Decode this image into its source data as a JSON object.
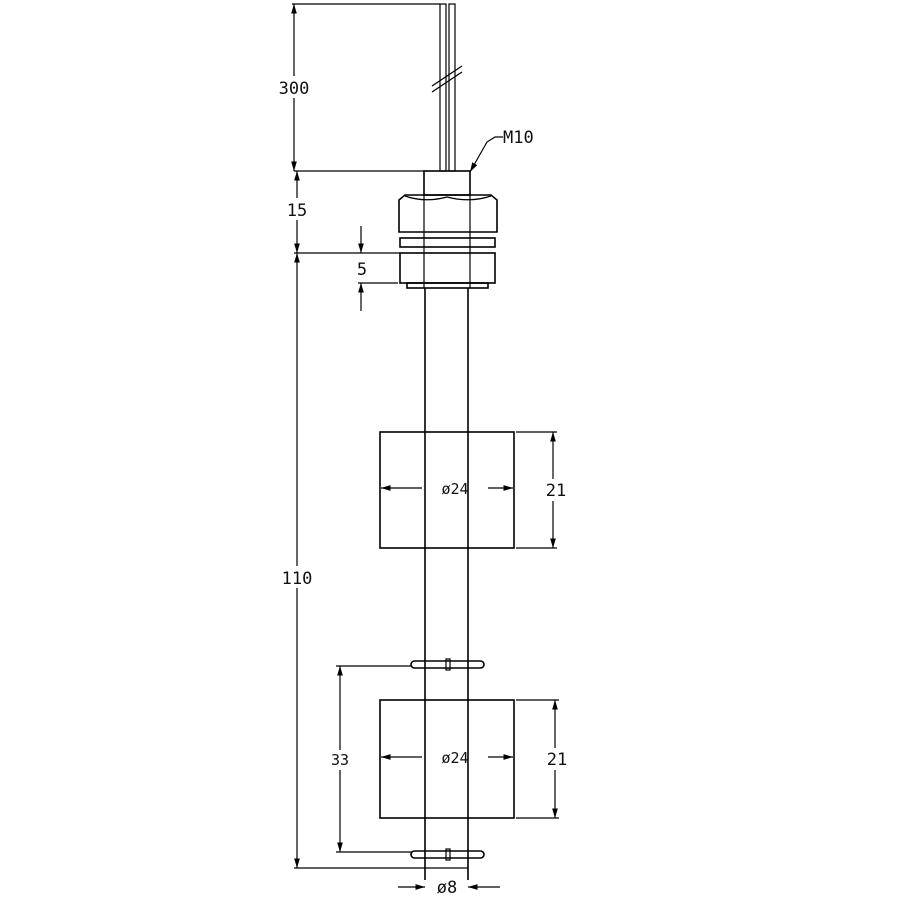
{
  "title": "Float level switch dimension drawing",
  "dimensions": {
    "cable_length": "300",
    "thread": "M10",
    "nut_height": "15",
    "nut_gap": "5",
    "stem_length": "110",
    "float1_diameter": "ø24",
    "float1_height": "21",
    "float2_diameter": "ø24",
    "float2_height": "21",
    "clip_spacing": "33",
    "stem_diameter": "ø8"
  },
  "colors": {
    "line": "#000000",
    "background": "#ffffff"
  }
}
